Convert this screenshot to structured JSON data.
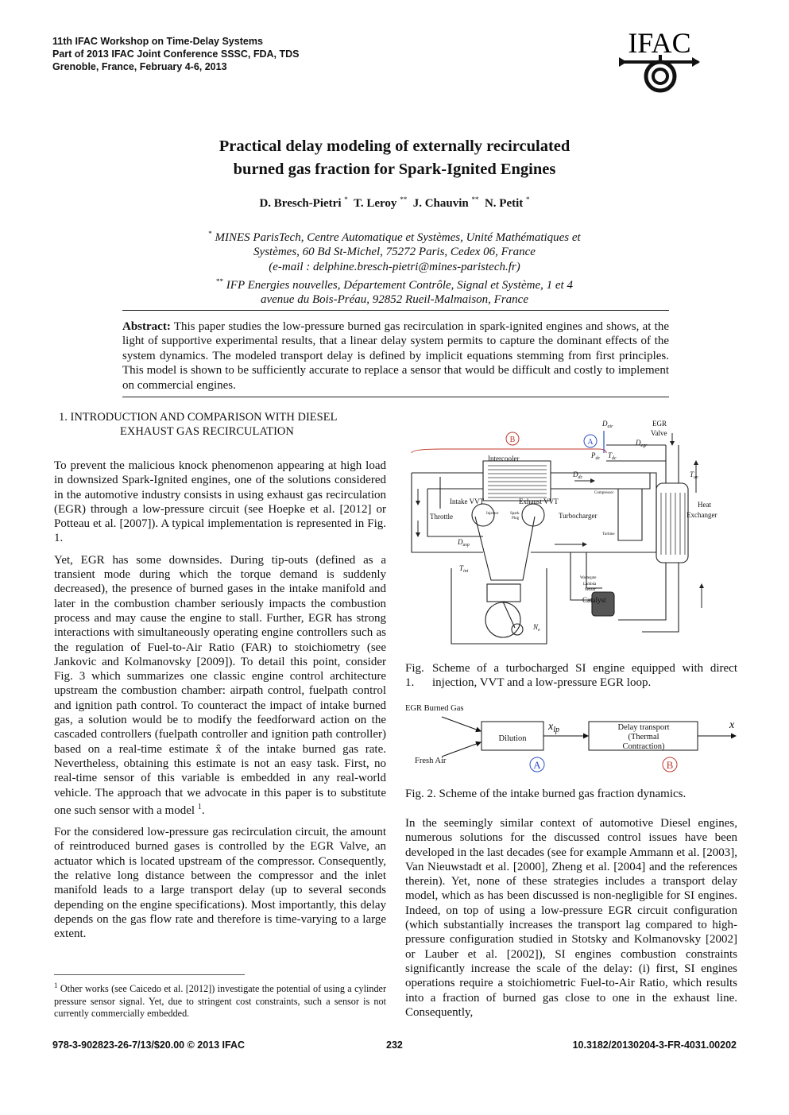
{
  "header": {
    "line1": "11th IFAC Workshop on Time-Delay Systems",
    "line2": "Part of 2013 IFAC Joint Conference SSSC, FDA, TDS",
    "line3": "Grenoble, France, February 4-6, 2013",
    "logo_text": "IFAC"
  },
  "paper": {
    "title_line1": "Practical delay modeling of externally recirculated",
    "title_line2": "burned gas fraction for Spark-Ignited Engines",
    "authors": [
      {
        "name": "D. Bresch-Pietri",
        "mark": "*"
      },
      {
        "name": "T. Leroy",
        "mark": "**"
      },
      {
        "name": "J. Chauvin",
        "mark": "**"
      },
      {
        "name": "N. Petit",
        "mark": "*"
      }
    ],
    "affiliations": [
      {
        "mark": "*",
        "text": "MINES ParisTech, Centre Automatique et Systèmes, Unité Mathématiques et"
      },
      {
        "mark": "",
        "text": "Systèmes, 60 Bd St-Michel, 75272 Paris, Cedex 06, France"
      },
      {
        "mark": "",
        "text": "(e-mail : delphine.bresch-pietri@mines-paristech.fr)"
      },
      {
        "mark": "**",
        "text": "IFP Energies nouvelles, Département Contrôle, Signal et Système, 1 et 4"
      },
      {
        "mark": "",
        "text": "avenue du Bois-Préau, 92852 Rueil-Malmaison, France"
      }
    ],
    "abstract_label": "Abstract:",
    "abstract_text": "This paper studies the low-pressure burned gas recirculation in spark-ignited engines and shows, at the light of supportive experimental results, that a linear delay system permits to capture the dominant effects of the system dynamics. The modeled transport delay is defined by implicit equations stemming from first principles. This model is shown to be sufficiently accurate to replace a sensor that would be difficult and costly to implement on commercial engines."
  },
  "section1": {
    "heading_line1": "1.  INTRODUCTION AND COMPARISON WITH DIESEL",
    "heading_line2": "EXHAUST GAS RECIRCULATION"
  },
  "left_column": {
    "p1": "To prevent the malicious knock phenomenon appearing at high load in downsized Spark-Ignited engines, one of the solutions considered in the automotive industry consists in using exhaust gas recirculation (EGR) through a low-pressure circuit (see Hoepke et al. [2012] or Potteau et al. [2007]). A typical implementation is represented in Fig. 1.",
    "p2": "Yet, EGR has some downsides. During tip-outs (defined as a transient mode during which the torque demand is suddenly decreased), the presence of burned gases in the intake manifold and later in the combustion chamber seriously impacts the combustion process and may cause the engine to stall. Further, EGR has strong interactions with simultaneously operating engine controllers such as the regulation of Fuel-to-Air Ratio (FAR) to stoichiometry (see Jankovic and Kolmanovsky [2009]). To detail this point, consider Fig. 3 which summarizes one classic engine control architecture upstream the combustion chamber: airpath control, fuelpath control and ignition path control. To counteract the impact of intake burned gas, a solution would be to modify the feedforward action on the cascaded controllers (fuelpath controller and ignition path controller) based on a real-time estimate x̂ of the intake burned gas rate. Nevertheless, obtaining this estimate is not an easy task. First, no real-time sensor of this variable is embedded in any real-world vehicle. The approach that we advocate in this paper is to substitute one such sensor with a model",
    "p2_footnote_mark": "1",
    "p2_end": ".",
    "p3": "For the considered low-pressure gas recirculation circuit, the amount of reintroduced burned gases is controlled by the EGR Valve, an actuator which is located upstream of the compressor. Consequently, the relative long distance between the compressor and the inlet manifold leads to a large transport delay (up to several seconds depending on the engine specifications). Most importantly, this delay depends on the gas flow rate and therefore is time-varying to a large extent."
  },
  "footnote": {
    "mark": "1",
    "text": "Other works (see Caicedo et al. [2012]) investigate the potential of using a cylinder pressure sensor signal. Yet, due to stringent cost constraints, such a sensor is not currently commercially embedded."
  },
  "figure1": {
    "caption_label": "Fig. 1.",
    "caption_text": "Scheme of a turbocharged SI engine equipped with direct injection, VVT and a low-pressure EGR loop.",
    "labels": {
      "marker_a": "A",
      "marker_b": "B",
      "intercooler": "Intercooler",
      "intake_vvt": "Intake VVT",
      "exhaust_vvt": "Exhaust VVT",
      "throttle": "Throttle",
      "injector": "Injector",
      "spark_plug_1": "Spark",
      "spark_plug_2": "Plug",
      "turbocharger": "Turbocharger",
      "compressor": "Compressor",
      "turbine": "Turbine",
      "egr_valve_1": "EGR",
      "egr_valve_2": "Valve",
      "heat_exchanger_1": "Heat",
      "heat_exchanger_2": "Exchanger",
      "wastegate": "Wastegate",
      "lambda_sensor_1": "Lambda",
      "lambda_sensor_2": "Sensor",
      "catalyst": "Catalyst",
      "d_air": "D",
      "d_air_sub": "air",
      "d_egr": "D",
      "d_egr_sub": "egr",
      "p_dc": "P",
      "p_dc_sub": "dc",
      "t_dc": "T",
      "t_dc_sub": "dc",
      "d_dc": "D",
      "d_dc_sub": "dc",
      "t_uv": "T",
      "t_uv_sub": "uv",
      "d_asp": "D",
      "d_asp_sub": "asp",
      "t_int": "T",
      "t_int_sub": "int",
      "n_e": "N",
      "n_e_sub": "e"
    }
  },
  "figure2": {
    "input1": "EGR Burned Gas",
    "input2": "Fresh Air",
    "block1": "Dilution",
    "signal": "x",
    "signal_sub": "lp",
    "block2_line1": "Delay transport",
    "block2_line2": "(Thermal",
    "block2_line3": "Contraction)",
    "output": "x",
    "marker_a": "A",
    "marker_b": "B",
    "caption": "Fig. 2. Scheme of the intake burned gas fraction dynamics."
  },
  "right_column": {
    "p1": "In the seemingly similar context of automotive Diesel engines, numerous solutions for the discussed control issues have been developed in the last decades (see for example Ammann et al. [2003], Van Nieuwstadt et al. [2000], Zheng et al. [2004] and the references therein). Yet, none of these strategies includes a transport delay model, which as has been discussed is non-negligible for SI engines. Indeed, on top of using a low-pressure EGR circuit configuration (which substantially increases the transport lag compared to high-pressure configuration studied in Stotsky and Kolmanovsky [2002] or Lauber et al. [2002]), SI engines combustion constraints significantly increase the scale of the delay: (i) first, SI engines operations require a stoichiometric Fuel-to-Air Ratio, which results into a fraction of burned gas close to one in the exhaust line. Consequently,"
  },
  "footer": {
    "isbn": "978-3-902823-26-7/13/$20.00 © 2013 IFAC",
    "page": "232",
    "doi": "10.3182/20130204-3-FR-4031.00202"
  }
}
